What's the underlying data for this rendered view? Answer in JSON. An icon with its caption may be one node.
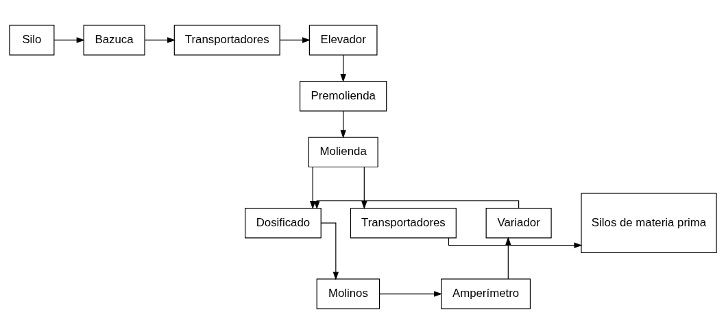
{
  "diagram": {
    "nodes": [
      {
        "text": [
          "Silo"
        ]
      },
      {
        "text": [
          "Bazuca"
        ]
      },
      {
        "text": [
          "Transportadores"
        ]
      },
      {
        "text": [
          "Elevador"
        ]
      },
      {
        "text": [
          "Premolienda"
        ]
      },
      {
        "text": [
          "Molienda"
        ]
      },
      {
        "text": [
          "Silos de materia prima"
        ]
      },
      {
        "text": [
          "Transportadores"
        ]
      },
      {
        "text": [
          "Dosificado"
        ]
      },
      {
        "text": [
          "Variador"
        ]
      },
      {
        "text": [
          "Molinos"
        ]
      },
      {
        "text": [
          "Amperímetro"
        ]
      }
    ],
    "edges": [
      {
        "from": 0,
        "to": 1,
        "arrow": "to"
      },
      {
        "from": 1,
        "to": 2,
        "arrow": "to"
      },
      {
        "from": 2,
        "to": 3,
        "arrow": "to"
      },
      {
        "from": 3,
        "to": 4,
        "arrow": "to"
      },
      {
        "from": 4,
        "to": 5,
        "arrow": "to"
      },
      {
        "from": 5,
        "to": 7,
        "arrow": "to"
      },
      {
        "from": 5,
        "to": 8,
        "arrow": "to"
      },
      {
        "from": 7,
        "to": 6,
        "arrow": "to"
      },
      {
        "from": 9,
        "to": 8,
        "arrow": "to"
      },
      {
        "from": 8,
        "to": 10,
        "arrow": "to"
      },
      {
        "from": 10,
        "to": 11,
        "arrow": "to"
      },
      {
        "from": 11,
        "to": 9,
        "arrow": "to"
      }
    ]
  }
}
